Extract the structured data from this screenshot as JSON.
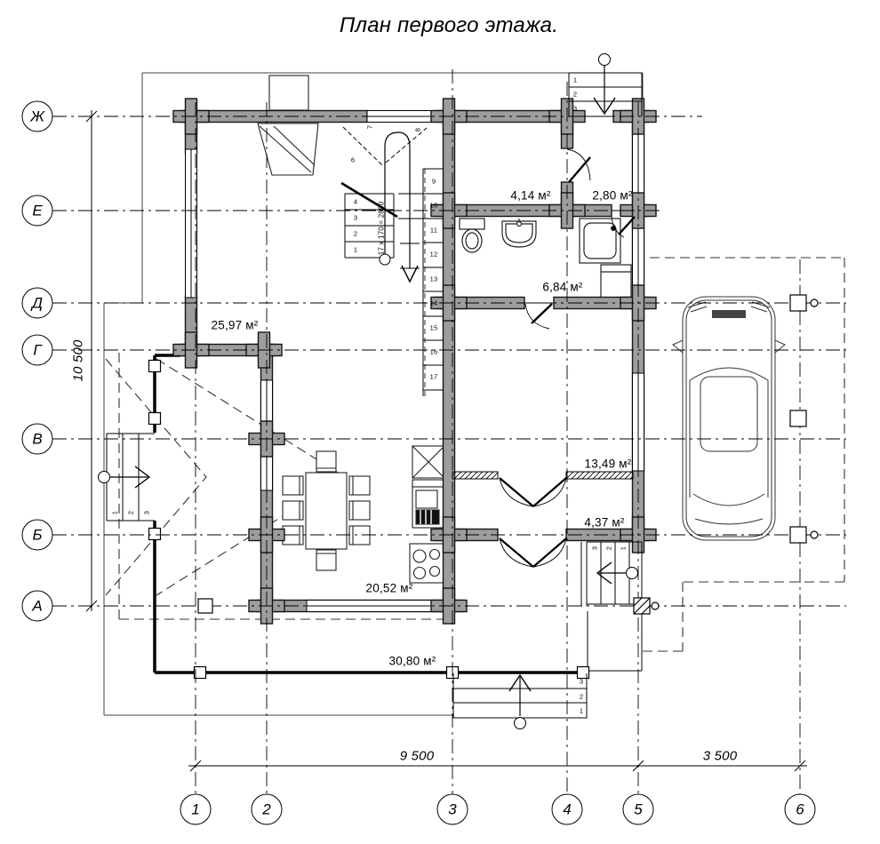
{
  "title": "План первого этажа.",
  "axes": {
    "rows": [
      {
        "label": "Ж"
      },
      {
        "label": "Е"
      },
      {
        "label": "Д"
      },
      {
        "label": "Г"
      },
      {
        "label": "В"
      },
      {
        "label": "Б"
      },
      {
        "label": "А"
      }
    ],
    "cols": [
      {
        "label": "1"
      },
      {
        "label": "2"
      },
      {
        "label": "3"
      },
      {
        "label": "4"
      },
      {
        "label": "5"
      },
      {
        "label": "6"
      }
    ]
  },
  "dimensions": {
    "left_vertical": "10 500",
    "bottom_main": "9 500",
    "bottom_right": "3 500"
  },
  "rooms": {
    "living": {
      "area": "25,97 м²"
    },
    "storage": {
      "area": "4,14 м²"
    },
    "vestibule": {
      "area": "2,80 м²"
    },
    "bathroom": {
      "area": "6,84 м²"
    },
    "room_a": {
      "area": "13,49 м²"
    },
    "room_b": {
      "area": "4,37 м²"
    },
    "kitchen_dining": {
      "area": "20,52 м²"
    },
    "terrace": {
      "area": "30,80 м²"
    }
  },
  "stairs": {
    "formula": "17 x 170 = 2890",
    "main_lower": [
      "1",
      "2",
      "3",
      "4"
    ],
    "main_winders": [
      "6",
      "7",
      "8"
    ],
    "main_upper": [
      "9",
      "10",
      "11",
      "12",
      "13",
      "14",
      "15",
      "16",
      "17"
    ],
    "entry_steps": [
      "1",
      "2",
      "3"
    ],
    "terrace_steps": [
      "3",
      "2",
      "1"
    ],
    "side_steps": [
      "3",
      "2",
      "1"
    ],
    "porch_steps": [
      "1",
      "2",
      "3"
    ]
  }
}
